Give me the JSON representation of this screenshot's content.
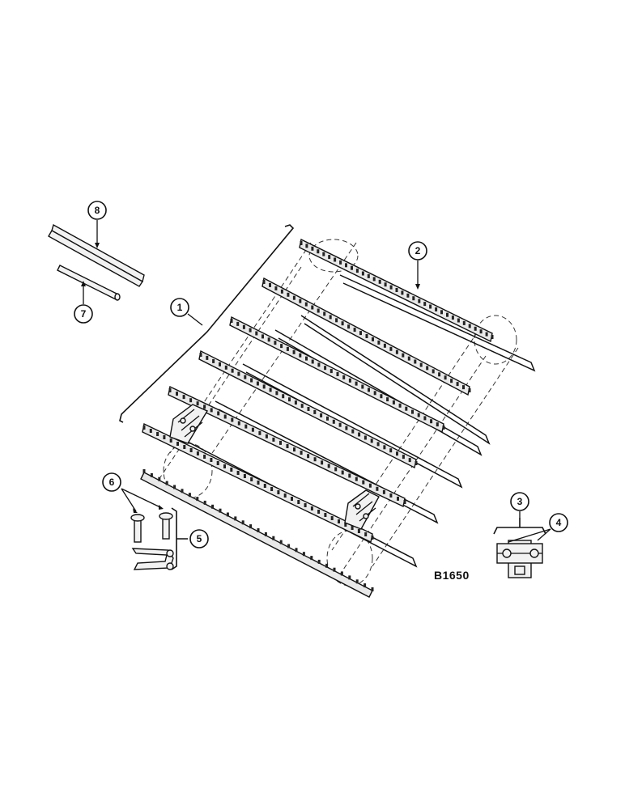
{
  "callouts": [
    {
      "id": "1",
      "label": "1"
    },
    {
      "id": "2",
      "label": "2"
    },
    {
      "id": "3",
      "label": "3"
    },
    {
      "id": "4",
      "label": "4"
    },
    {
      "id": "5",
      "label": "5"
    },
    {
      "id": "6",
      "label": "6"
    },
    {
      "id": "7",
      "label": "7"
    },
    {
      "id": "8",
      "label": "8"
    }
  ],
  "figure_ref": "B1650"
}
